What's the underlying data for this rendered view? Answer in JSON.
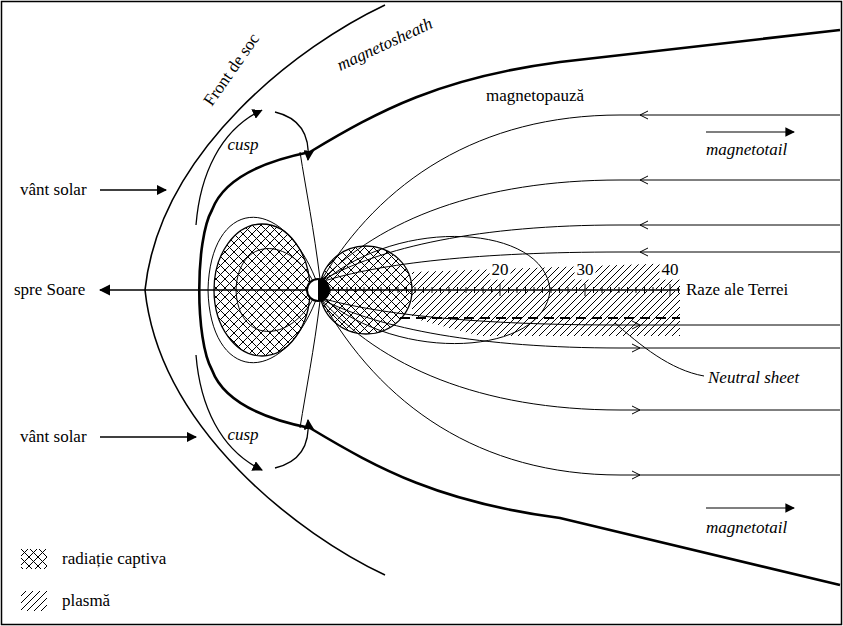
{
  "diagram": {
    "labels": [
      "Front de soc",
      "magnetosheath",
      "magnetopauză",
      "cusp",
      "vânt solar",
      "magnetotail",
      "spre Soare",
      "20",
      "30",
      "40",
      "Raze ale Terrei",
      "Neutral sheet",
      "vânt solar",
      "cusp",
      "magnetotail"
    ],
    "legend": [
      {
        "text": "radiație captiva"
      },
      {
        "text": "plasmă"
      }
    ]
  }
}
